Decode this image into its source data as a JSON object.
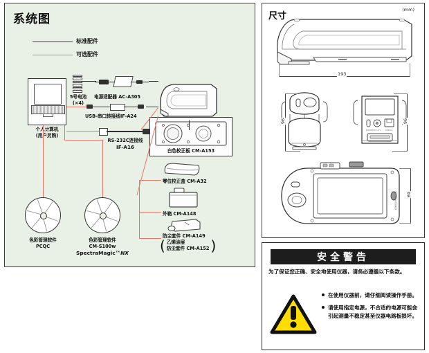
{
  "system_diagram": {
    "title": "系统图",
    "legend": {
      "standard": "标准配件",
      "optional": "可选配件",
      "standard_color": "#303030",
      "optional_color": "#e8756a"
    },
    "nodes": {
      "pc": {
        "line1": "个人计算机",
        "line2": "(用户另购)"
      },
      "battery": {
        "line1": "5号电池",
        "line2": "(×4)"
      },
      "ac_adapter": "电源适配器 AC-A305",
      "usb_cable": "USB-串口转接线IF-A24",
      "rs232_cable": {
        "line1": "RS-232C连接线",
        "line2": "IF-A16"
      },
      "white_cal_plate": "白色校正板 CM-A153",
      "zero_cal_box": "零位校正盒 CM-A32",
      "hard_case": "外箱 CM-A148",
      "dust_cover": "防尘套件 CM-A149",
      "dust_cover_note": {
        "line1": "乙烯涂层",
        "line2": "防尘套件 CM-A152"
      },
      "software_pcqc": {
        "line1": "色彩管理软件",
        "line2": "PCQC"
      },
      "software_sm": {
        "line1": "色彩管理软件",
        "line2": "CM-S100w",
        "line3": "SpectraMagic™",
        "line3_em": "NX"
      }
    }
  },
  "dimensions": {
    "title": "尺寸",
    "unit": "(mm)",
    "values": {
      "length": "193",
      "front_height": "96",
      "rear_height": "96",
      "top_width": "69"
    }
  },
  "safety_warning": {
    "heading": "安全警告",
    "intro": "为了保证您正确、安全地使用仪器，请务必遵循以下条款。",
    "items": [
      "在使用仪器前，请仔细阅读操作手册。",
      "请使用指定电源，不合适的电源可能会引起测量不稳定甚至仪器电路板损坏。"
    ],
    "triangle_fill": "#FFDD00",
    "triangle_stroke": "#111111"
  }
}
